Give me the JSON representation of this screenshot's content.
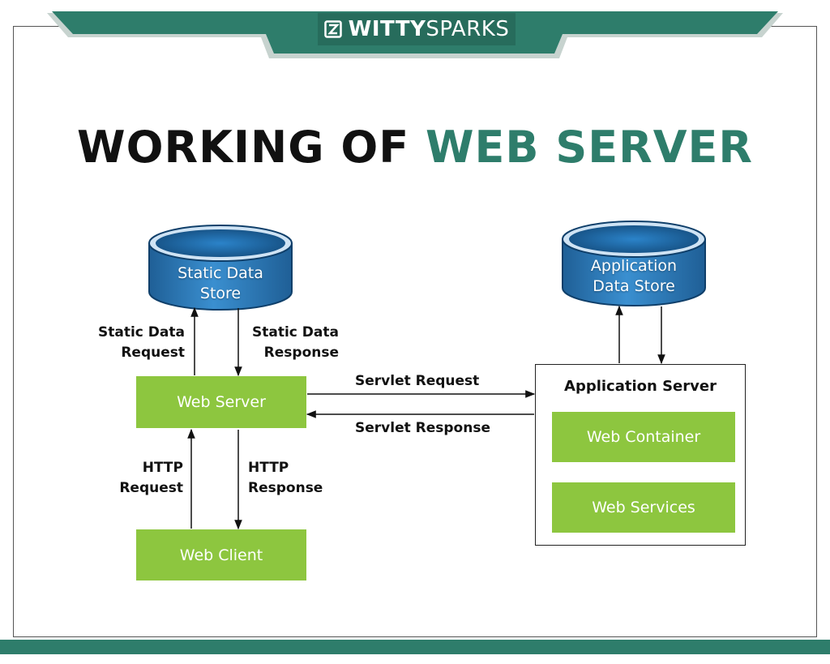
{
  "brand": {
    "strong": "WITTY",
    "light": "SPARKS"
  },
  "title": {
    "part1": "WORKING OF",
    "part2": "WEB SERVER"
  },
  "colors": {
    "accent": "#2e7d6b",
    "box_green": "#8dc63f",
    "db_blue": "#2f7fbf"
  },
  "nodes": {
    "static_store": "Static Data Store",
    "app_store": "Application Data Store",
    "web_server": "Web Server",
    "web_client": "Web Client",
    "app_server": "Application Server",
    "web_container": "Web Container",
    "web_services": "Web Services"
  },
  "edges": {
    "static_request": "Static Data Request",
    "static_response": "Static Data Response",
    "servlet_request": "Servlet Request",
    "servlet_response": "Servlet Response",
    "http_request": "HTTP Request",
    "http_response": "HTTP Response"
  }
}
